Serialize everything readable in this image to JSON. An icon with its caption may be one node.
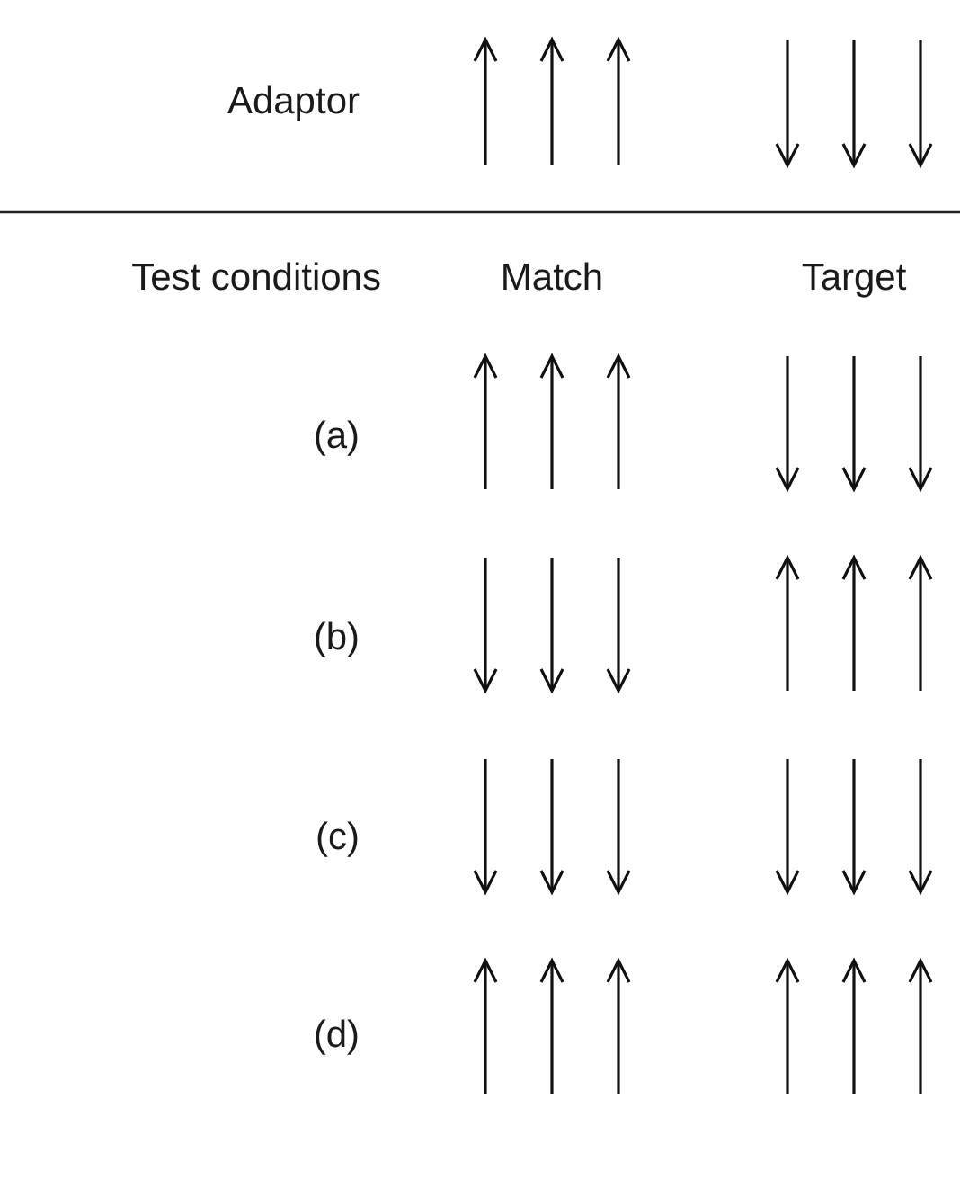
{
  "diagram": {
    "labels": [
      "Adaptor",
      "Test conditions",
      "Match",
      "Target",
      "(a)",
      "(b)",
      "(c)",
      "(d)"
    ]
  }
}
